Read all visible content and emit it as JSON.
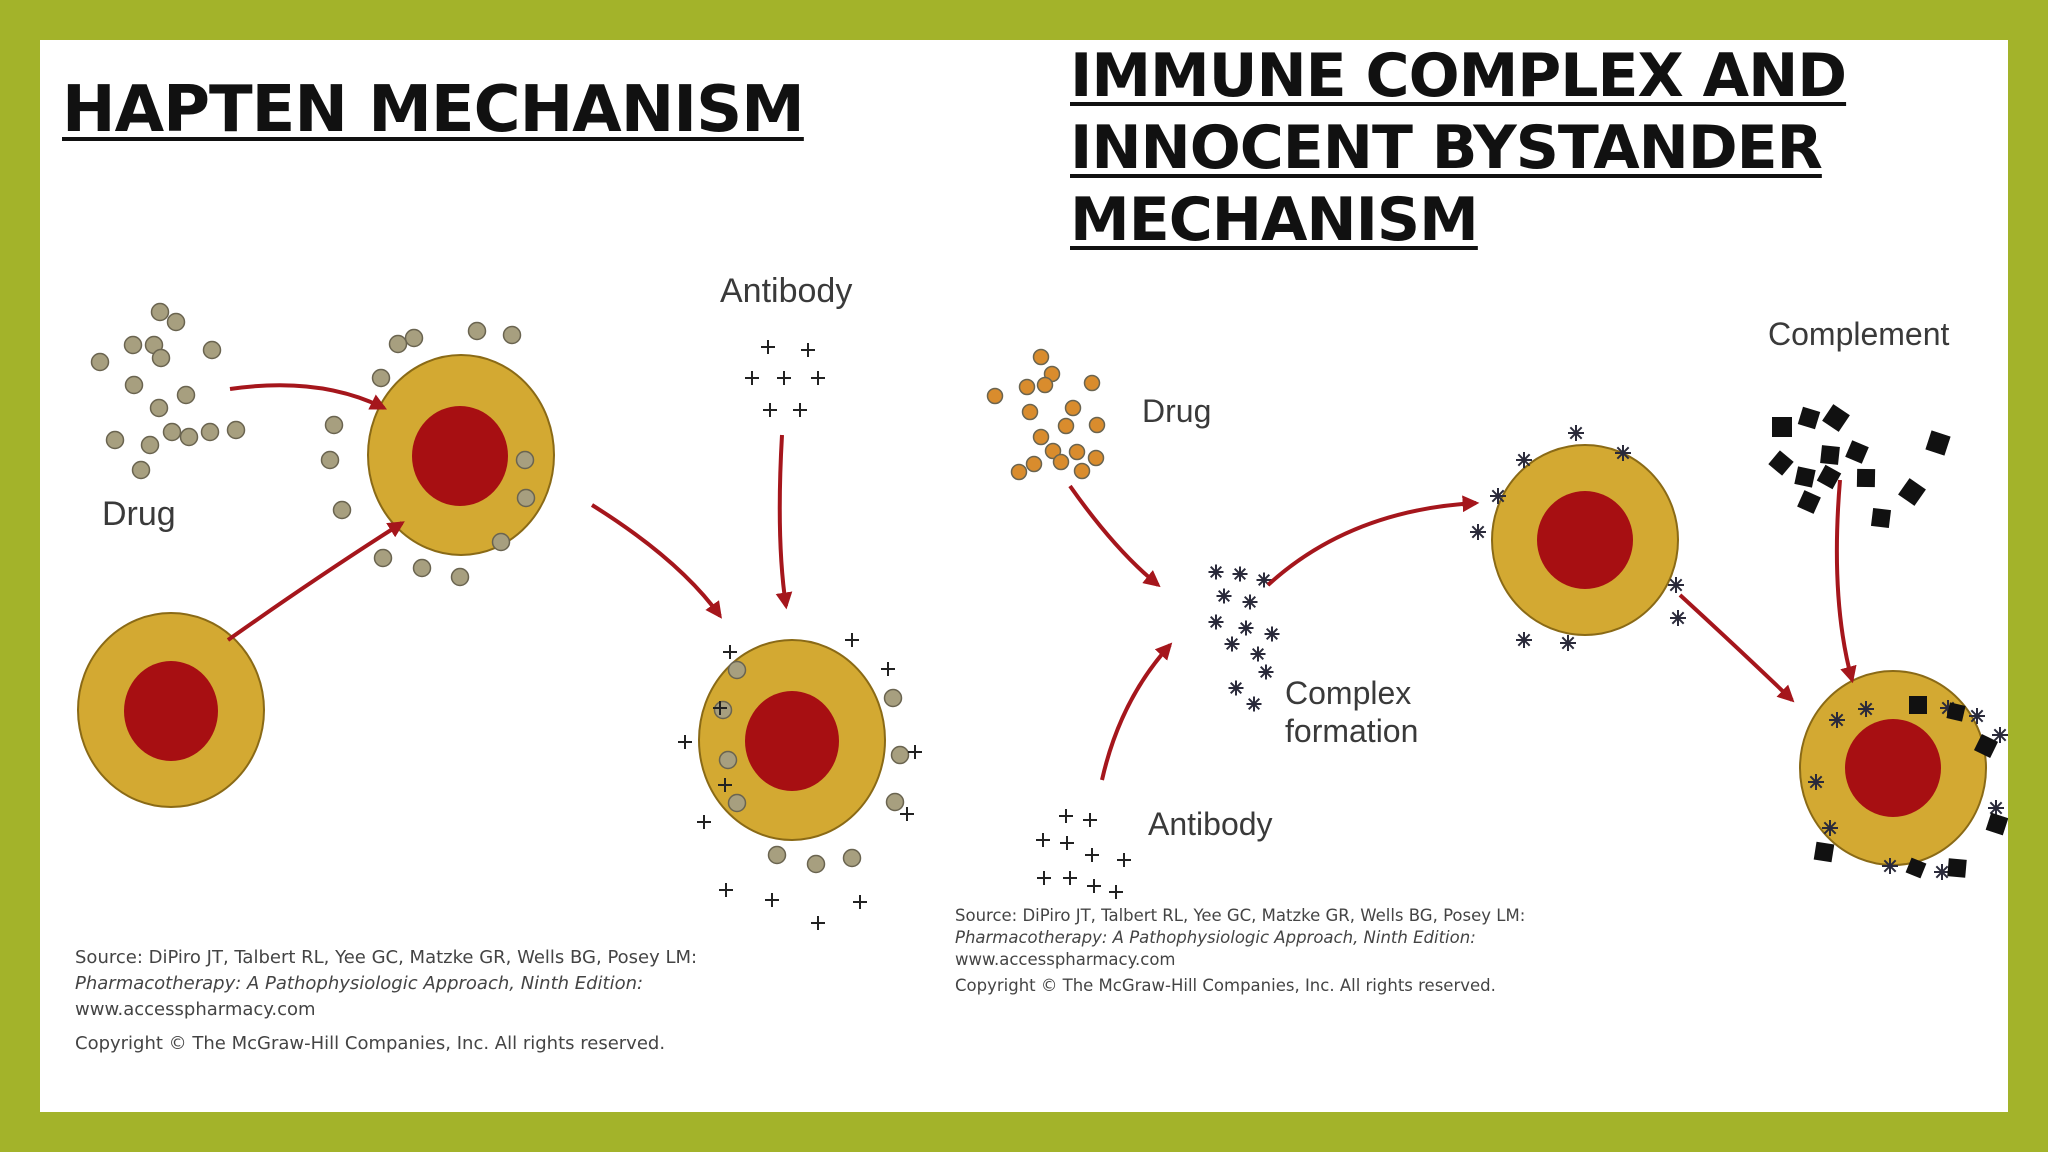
{
  "title_left": "HAPTEN MECHANISM",
  "title_right": {
    "line1": "IMMUNE COMPLEX AND",
    "line2": "INNOCENT BYSTANDER",
    "line3": "MECHANISM"
  },
  "hapten_diagram": {
    "drug_label": "Drug",
    "antibody_label": "Antibody"
  },
  "immune_diagram": {
    "drug_label": "Drug",
    "complex_label_1": "Complex",
    "complex_label_2": "formation",
    "antibody_label": "Antibody",
    "complement_label": "Complement"
  },
  "source_left": {
    "line1": "Source: DiPiro JT, Talbert RL, Yee GC, Matzke GR, Wells BG, Posey LM:",
    "line2": "Pharmacotherapy: A Pathophysiologic Approach, Ninth Edition:",
    "line3": "www.accesspharmacy.com",
    "line4": "Copyright © The McGraw-Hill Companies, Inc. All rights reserved."
  },
  "source_right": {
    "line1": "Source: DiPiro JT, Talbert RL, Yee GC, Matzke GR, Wells BG, Posey LM:",
    "line2": "Pharmacotherapy: A Pathophysiologic Approach, Ninth Edition:",
    "line3": "www.accesspharmacy.com",
    "line4": "Copyright © The McGraw-Hill Companies, Inc. All rights reserved."
  },
  "colors": {
    "frame": "#a3b32a",
    "cell": "#d3a932",
    "cell_outline": "#8a6a16",
    "nucleus": "#a70f12",
    "arrow": "#a5161c",
    "drug_left": "#a79f7f",
    "drug_right": "#d98c2d",
    "complement": "#111111"
  }
}
